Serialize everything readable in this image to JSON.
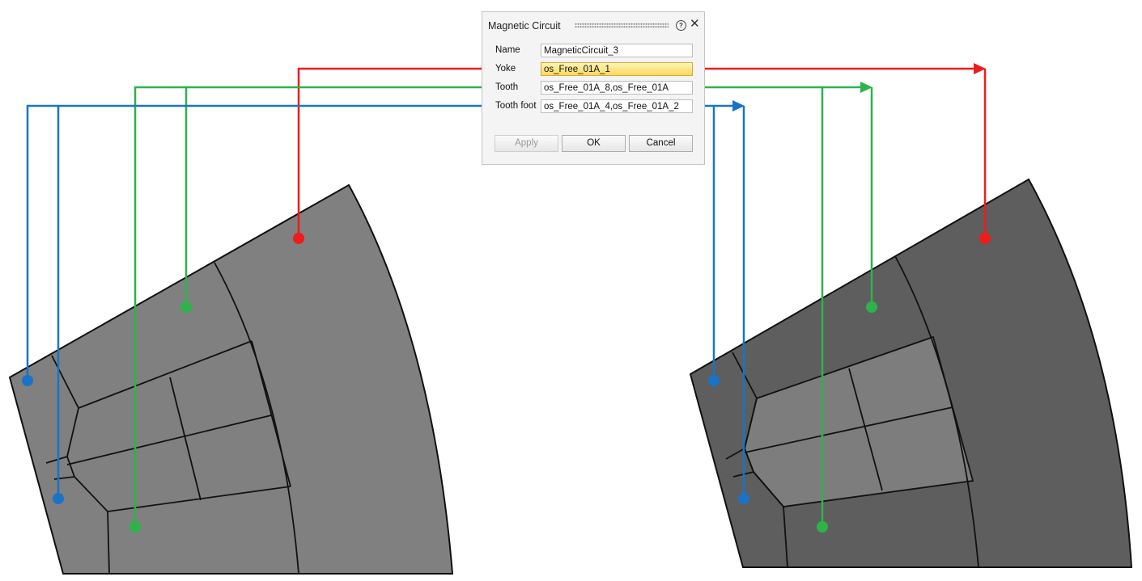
{
  "dialog": {
    "title": "Magnetic Circuit",
    "help_icon": "?",
    "close_icon": "✕",
    "fields": [
      {
        "label": "Name",
        "value": "MagneticCircuit_3"
      },
      {
        "label": "Yoke",
        "value": "os_Free_01A_1"
      },
      {
        "label": "Tooth",
        "value": "os_Free_01A_8,os_Free_01A"
      },
      {
        "label": "Tooth foot",
        "value": "os_Free_01A_4,os_Free_01A_2"
      }
    ],
    "buttons": {
      "apply": "Apply",
      "ok": "OK",
      "cancel": "Cancel"
    }
  },
  "colors": {
    "yoke": "#ee1c1c",
    "tooth": "#2db34a",
    "tooth_foot": "#1a73c7",
    "mesh_left": "#808080",
    "mesh_right_dark": "#5e5e5e",
    "mesh_right_light": "#7d7d7d",
    "edge": "#111111"
  }
}
